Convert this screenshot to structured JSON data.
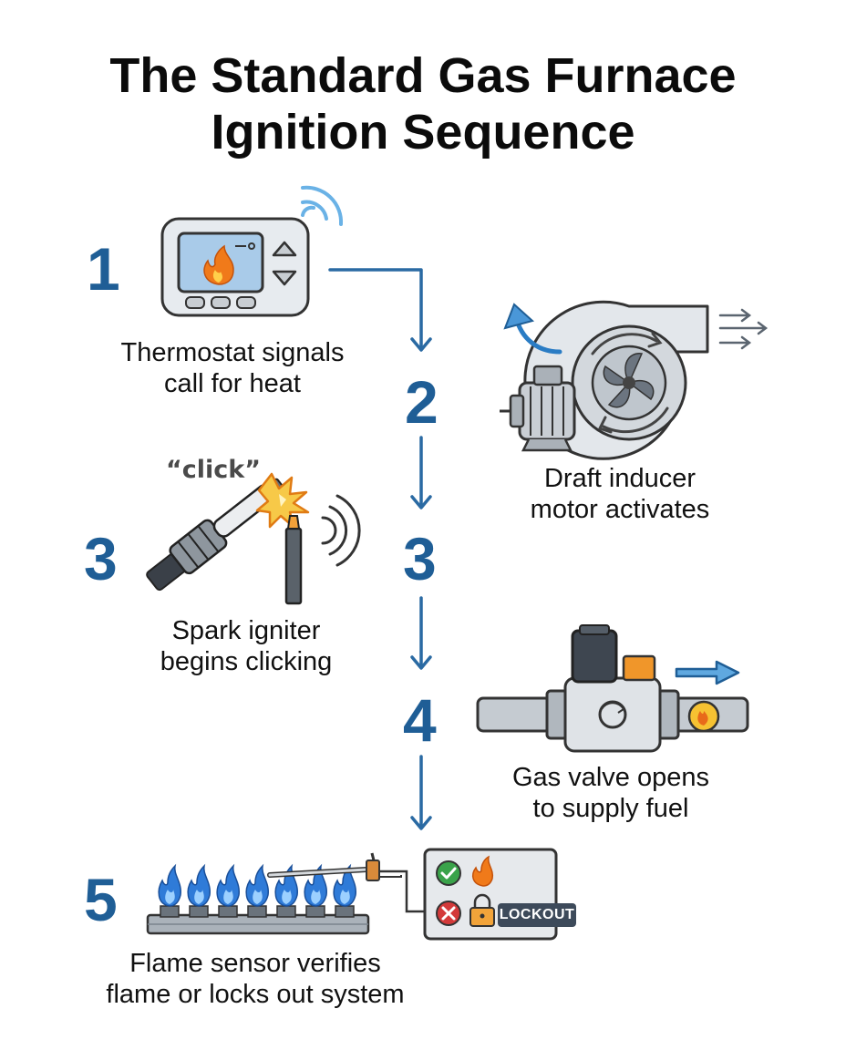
{
  "title": {
    "line1": "The Standard Gas Furnace",
    "line2": "Ignition Sequence"
  },
  "steps": [
    {
      "number": "1",
      "caption_line1": "Thermostat signals",
      "caption_line2": "call for heat",
      "icon": "thermostat-icon"
    },
    {
      "number": "2",
      "caption_line1": "Draft inducer",
      "caption_line2": "motor activates",
      "icon": "inducer-motor-icon"
    },
    {
      "number": "3",
      "caption_line1": "Spark igniter",
      "caption_line2": "begins clicking",
      "icon": "spark-igniter-icon",
      "sound_label": "“click”"
    },
    {
      "number": "3",
      "icon": "flow-step-marker"
    },
    {
      "number": "4",
      "caption_line1": "Gas valve opens",
      "caption_line2": "to supply fuel",
      "icon": "gas-valve-icon"
    },
    {
      "number": "5",
      "caption_line1": "Flame sensor verifies",
      "caption_line2": "flame or locks out system",
      "icon": "flame-sensor-icon",
      "status_badge": "LOCKOUT"
    }
  ],
  "colors": {
    "accent_blue": "#1f5e96",
    "arrow_blue": "#2a6aa3",
    "flame_orange": "#f07a1a",
    "burner_blue": "#2f7bd8",
    "ok_green": "#3aa34a",
    "error_red": "#d33a3a"
  }
}
